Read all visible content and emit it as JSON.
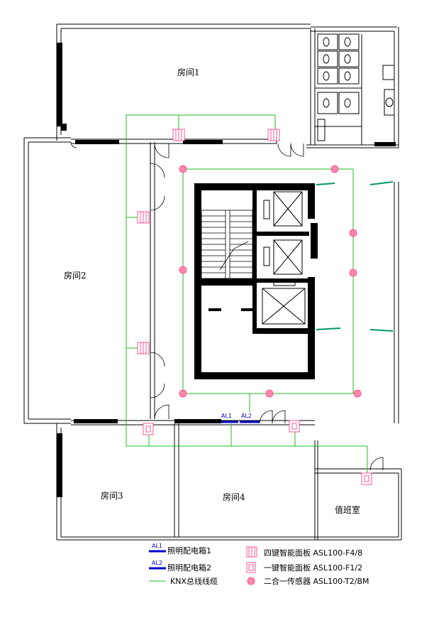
{
  "rooms": {
    "room1": "房间1",
    "room2": "房间2",
    "room3": "房间3",
    "room4": "房间4",
    "duty": "值班室"
  },
  "boxes": {
    "al1": "AL1",
    "al2": "AL2"
  },
  "legend": {
    "al1_tag": "AL1",
    "al1_desc": "照明配电箱1",
    "al2_tag": "AL2",
    "al2_desc": "照明配电箱2",
    "knx_desc": "KNX总线线缆",
    "four_key_desc": "四键智能面板 ASL100-F4/8",
    "one_key_desc": "一键智能面板 ASL100-F1/2",
    "sensor_desc": "二合一传感器 ASL100-T2/BM"
  },
  "colors": {
    "wall": "#000000",
    "knx_line": "#22bb22",
    "panel": "#ff5599",
    "sensor": "#ff5599",
    "dist_box": "#0000cc",
    "window": "#009966"
  }
}
